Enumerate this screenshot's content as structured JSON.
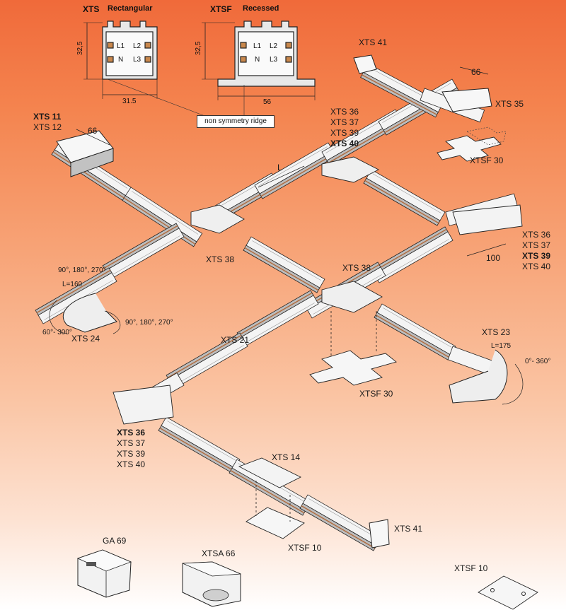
{
  "profiles": {
    "xts": {
      "code": "XTS",
      "name": "Rectangular",
      "height": "32,5",
      "width": "31.5"
    },
    "xtsf": {
      "code": "XTSF",
      "name": "Recessed",
      "height": "32,5",
      "width": "56"
    },
    "conductors": [
      "L1",
      "L2",
      "N",
      "L3"
    ],
    "callout": "non symmetry ridge"
  },
  "labels": {
    "xts41_top": "XTS 41",
    "dim66_top": "66",
    "xts35": "XTS 35",
    "group_top": [
      "XTS 36",
      "XTS 37",
      "XTS 39",
      "XTS 40"
    ],
    "group_top_bold": "XTS 40",
    "xtsf30_top": "XTSF 30",
    "xts11": "XTS 11",
    "xts12": "XTS 12",
    "dim66_left": "66",
    "dim_L": "L",
    "group_right": [
      "XTS 36",
      "XTS 37",
      "XTS 39",
      "XTS 40"
    ],
    "group_right_bold": "XTS 39",
    "dim100": "100",
    "xts38_left": "XTS 38",
    "xts38_center": "XTS 38",
    "angles_a": "90°, 180°, 270°",
    "len160": "L=160",
    "angles_b": "90°, 180°, 270°",
    "angle_60": "60°- 300°",
    "xts24": "XTS 24",
    "xts21": "XTS 21",
    "xts23": "XTS 23",
    "len175": "L=175",
    "angle_0": "0°- 360°",
    "xtsf30_mid": "XTSF 30",
    "group_bottom": [
      "XTS 36",
      "XTS 37",
      "XTS 39",
      "XTS 40"
    ],
    "group_bottom_bold": "XTS 36",
    "xts14": "XTS 14",
    "xts41_bottom": "XTS 41",
    "xtsf10_mid": "XTSF 10",
    "ga69": "GA 69",
    "xtsa66": "XTSA 66",
    "xtsf10_bottom": "XTSF 10"
  },
  "colors": {
    "track": "#f2f2f2",
    "track_side": "#c8c8c8",
    "track_dark": "#8a8a8a",
    "copper": "#b06a3c",
    "line": "#222222"
  }
}
